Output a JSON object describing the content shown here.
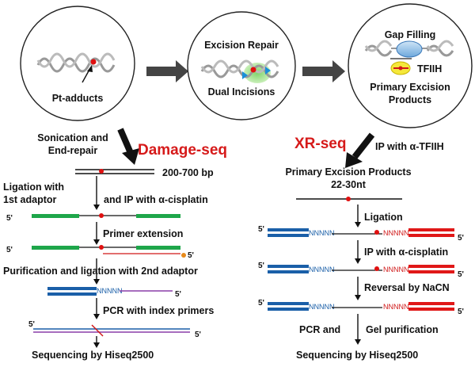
{
  "stages": [
    "Pt-adducts",
    "Excision Repair",
    "Dual Incisions",
    "Gap Filling",
    "TFIIH",
    "Primary Excision",
    "Products"
  ],
  "labels": {
    "five_prime": "5'",
    "nnnnn": "NNNNN"
  },
  "left": {
    "title": "Damage-seq",
    "sonication_1": "Sonication and",
    "sonication_2": "End-repair",
    "fragment_size": "200-700 bp",
    "ligation_1": "Ligation with",
    "ligation_2": "1st adaptor",
    "ip_cisplatin": "and IP with α-cisplatin",
    "primer_extension": "Primer extension",
    "purification": "Purification and ligation with 2nd adaptor",
    "pcr_index": "PCR with index primers",
    "sequencing": "Sequencing by Hiseq2500"
  },
  "right": {
    "title": "XR-seq",
    "ip_tfiih": "IP with α-TFIIH",
    "primary_products": "Primary Excision Products",
    "length": "22-30nt",
    "ligation": "Ligation",
    "ip_cisplatin": "IP with α-cisplatin",
    "reversal": "Reversal by NaCN",
    "pcr_and": "PCR and",
    "gel_purification": "Gel purification",
    "sequencing": "Sequencing by Hiseq2500"
  }
}
